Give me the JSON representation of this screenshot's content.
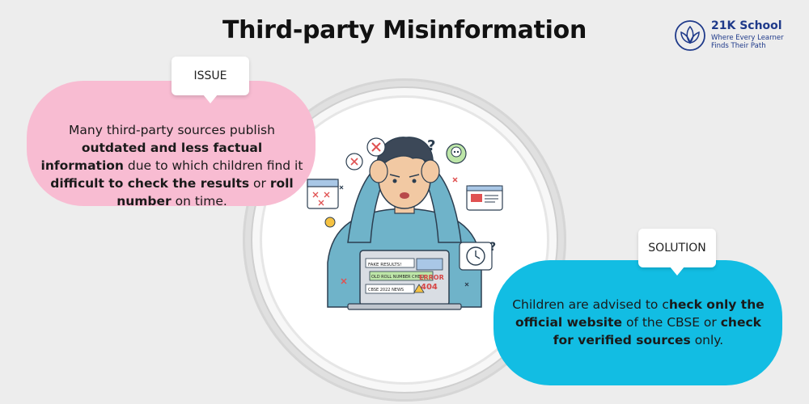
{
  "title": "Third-party Misinformation",
  "logo": {
    "brand": "21K School",
    "tagline_line1": "Where Every Learner",
    "tagline_line2": "Finds Their Path",
    "color": "#1f3a8a"
  },
  "issue": {
    "label": "ISSUE",
    "color": "#f8bcd2",
    "t1": "Many third-party sources publish ",
    "b1": "outdated and less factual information",
    "t2": " due to which children find it ",
    "b2": "difficult to check the results",
    "t3": " or ",
    "b3": "roll number",
    "t4": " on time."
  },
  "solution": {
    "label": "SOLUTION",
    "color": "#12bde3",
    "t1": "Children are advised to c",
    "b1": "heck only the official website",
    "t2": " of the CBSE or ",
    "b2": "check for verified sources",
    "t3": " only."
  },
  "illustration": {
    "laptop_labels": [
      "FAKE RESULTS!",
      "OLD ROLL NUMBER CHECK",
      "CBSE 2022 NEWS"
    ],
    "error_text": "ERROR",
    "error_code": "404",
    "icons": [
      "question-icon",
      "skull-icon",
      "close-icon",
      "calendar-icon",
      "webpage-icon",
      "clock-icon",
      "warning-icon"
    ]
  }
}
